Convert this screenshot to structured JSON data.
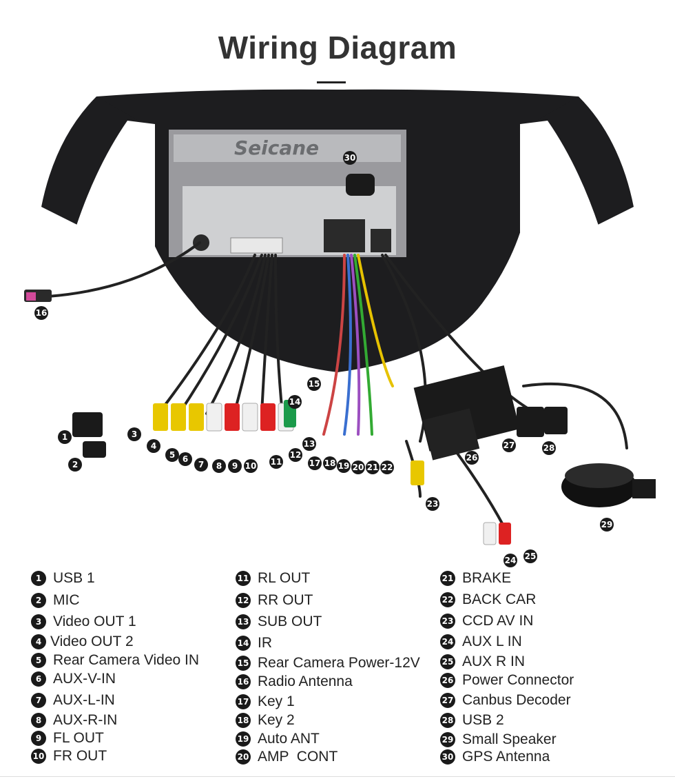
{
  "title": "Wiring Diagram",
  "brand_watermark": "Seicane",
  "legend": [
    {
      "num": "1",
      "label": "USB 1"
    },
    {
      "num": "2",
      "label": "MIC"
    },
    {
      "num": "3",
      "label": "Video OUT 1"
    },
    {
      "num": "4",
      "label": "Video OUT 2"
    },
    {
      "num": "5",
      "label": "Rear Camera Video IN"
    },
    {
      "num": "6",
      "label": "AUX-V-IN"
    },
    {
      "num": "7",
      "label": "AUX-L-IN"
    },
    {
      "num": "8",
      "label": "AUX-R-IN"
    },
    {
      "num": "9",
      "label": "FL OUT"
    },
    {
      "num": "10",
      "label": "FR OUT"
    },
    {
      "num": "11",
      "label": "RL OUT"
    },
    {
      "num": "12",
      "label": "RR OUT"
    },
    {
      "num": "13",
      "label": "SUB OUT"
    },
    {
      "num": "14",
      "label": "IR"
    },
    {
      "num": "15",
      "label": "Rear Camera Power-12V"
    },
    {
      "num": "16",
      "label": "Radio Antenna"
    },
    {
      "num": "17",
      "label": "Key 1"
    },
    {
      "num": "18",
      "label": "Key 2"
    },
    {
      "num": "19",
      "label": "Auto ANT"
    },
    {
      "num": "20",
      "label": "AMP  CONT"
    },
    {
      "num": "21",
      "label": "BRAKE"
    },
    {
      "num": "22",
      "label": "BACK CAR"
    },
    {
      "num": "23",
      "label": "CCD AV IN"
    },
    {
      "num": "24",
      "label": "AUX L IN"
    },
    {
      "num": "25",
      "label": "AUX R IN"
    },
    {
      "num": "26",
      "label": "Power Connector"
    },
    {
      "num": "27",
      "label": "Canbus Decoder"
    },
    {
      "num": "28",
      "label": "USB 2"
    },
    {
      "num": "29",
      "label": "Small Speaker"
    },
    {
      "num": "30",
      "label": "GPS Antenna"
    }
  ],
  "callouts": [
    "1",
    "2",
    "3",
    "4",
    "5",
    "6",
    "7",
    "8",
    "9",
    "10",
    "11",
    "12",
    "13",
    "14",
    "15",
    "16",
    "17",
    "18",
    "19",
    "20",
    "21",
    "22",
    "23",
    "24",
    "25",
    "26",
    "27",
    "28",
    "29",
    "30"
  ]
}
